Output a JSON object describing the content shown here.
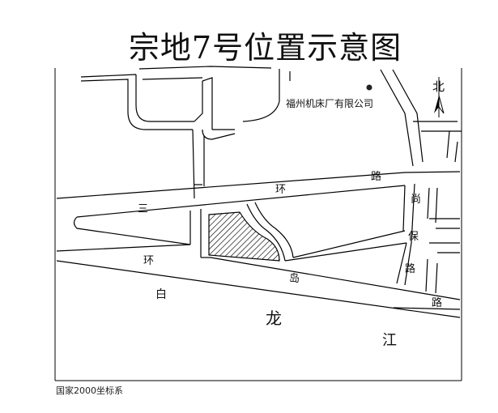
{
  "title": "宗地7号位置示意图",
  "coordinate_system": "国家2000坐标系",
  "north_label": "北",
  "labels": {
    "landmark": "福州机床厂有限公司",
    "road_san": "三",
    "road_huan_top": "环",
    "road_lu_top": "路",
    "road_huan_bottom": "环",
    "road_dao": "岛",
    "road_lu_right": "路",
    "shangbao_1": "尚",
    "shangbao_2": "保",
    "shangbao_3": "路",
    "long": "龙",
    "jiang": "江",
    "fragment": "白"
  },
  "icons": [
    "north-arrow-icon",
    "landmark-point-icon"
  ]
}
